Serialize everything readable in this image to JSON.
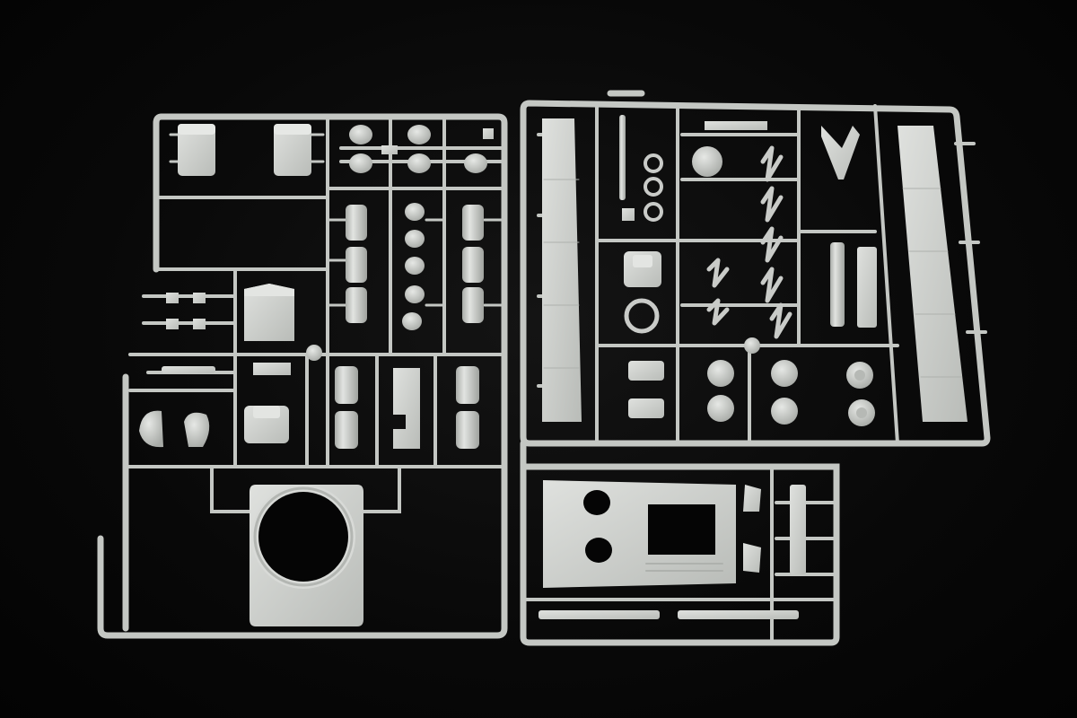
{
  "photo": {
    "subject": "",
    "background_color": "#070707",
    "plastic_color": "#c9cbc8",
    "plastic_shadow": "#9ea19d",
    "plastic_highlight": "#e4e6e3"
  },
  "sprues": [
    {
      "name": "left-sprue"
    },
    {
      "name": "right-upper-sprue"
    },
    {
      "name": "right-lower-sprue"
    }
  ]
}
